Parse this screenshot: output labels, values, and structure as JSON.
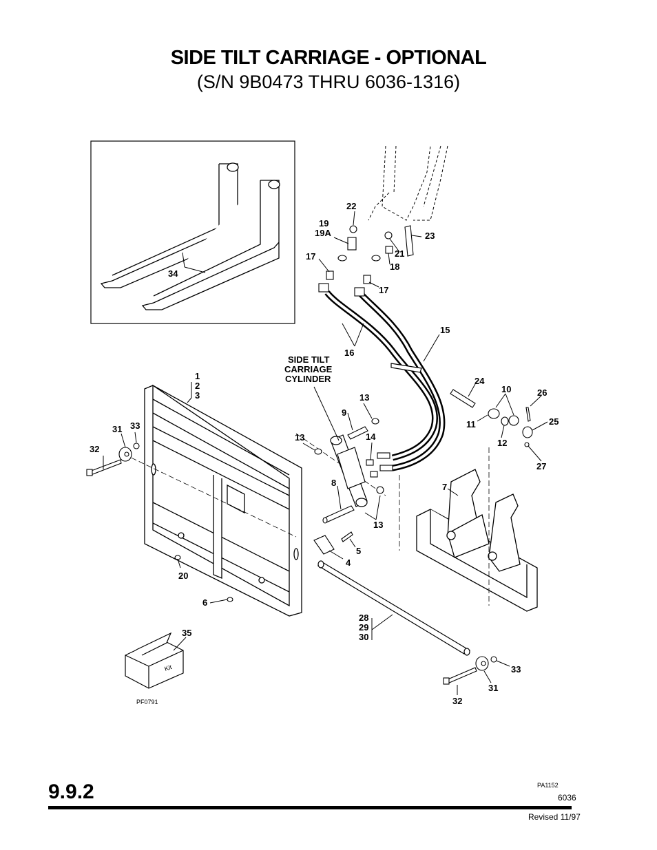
{
  "header": {
    "title": "SIDE TILT CARRIAGE - OPTIONAL",
    "subtitle": "(S/N 9B0473 THRU 6036-1316)"
  },
  "diagram": {
    "callouts": {
      "c1": "1",
      "c2": "2",
      "c3": "3",
      "c4": "4",
      "c5": "5",
      "c6": "6",
      "c7": "7",
      "c8": "8",
      "c9": "9",
      "c10": "10",
      "c11": "11",
      "c12": "12",
      "c13a": "13",
      "c13b": "13",
      "c13c": "13",
      "c14": "14",
      "c15": "15",
      "c16": "16",
      "c17a": "17",
      "c17b": "17",
      "c18": "18",
      "c19": "19",
      "c19a": "19A",
      "c20": "20",
      "c21": "21",
      "c22": "22",
      "c23": "23",
      "c24": "24",
      "c25": "25",
      "c26": "26",
      "c27": "27",
      "c28": "28",
      "c29": "29",
      "c30": "30",
      "c31a": "31",
      "c31b": "31",
      "c32a": "32",
      "c32b": "32",
      "c33a": "33",
      "c33b": "33",
      "c34": "34",
      "c35": "35"
    },
    "cylinder_label": [
      "SIDE TILT",
      "CARRIAGE",
      "CYLINDER"
    ],
    "kit_label": "Kit",
    "figure_code": "PF0791"
  },
  "footer": {
    "page_number": "9.9.2",
    "figure_code": "PA1152",
    "model": "6036",
    "revised": "Revised 11/97"
  }
}
